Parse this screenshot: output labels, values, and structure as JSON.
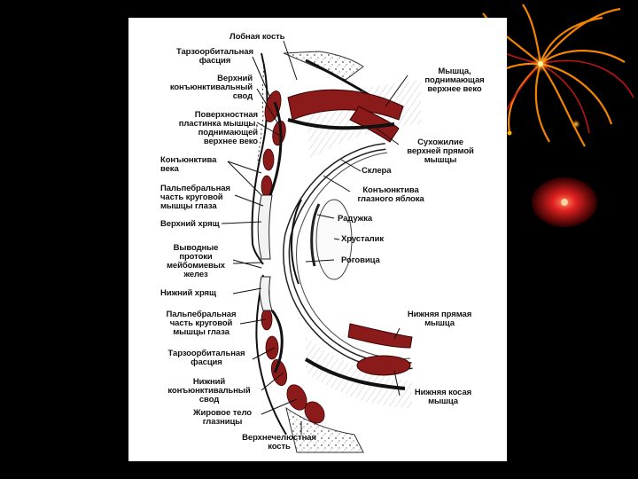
{
  "slide": {
    "background": "#000000",
    "accent_colors": [
      "#ff9a00",
      "#e01010",
      "#7a0000"
    ],
    "decoration": "fireworks-ornament"
  },
  "diagram": {
    "colors": {
      "muscle": "#8b1a1a",
      "bone_speckle": "#555555",
      "line": "#111111"
    },
    "labels": {
      "lobnaya_kost": [
        "Лобная кость"
      ],
      "tarzoorbitalnaya_top": [
        "Тарзоорбитальная",
        "фасция"
      ],
      "verhniy_svod": [
        "Верхний",
        "конъюнктивальный",
        "свод"
      ],
      "poverhnostnaya_plastinka": [
        "Поверхностная",
        "пластинка мышцы,",
        "поднимающей",
        "верхнее веко"
      ],
      "konyunktiva_veka": [
        "Конъюнктива",
        "века"
      ],
      "palpebralnaya_top": [
        "Пальпебральная",
        "часть круговой",
        "мышцы глаза"
      ],
      "verhniy_hryasch": [
        "Верхний хрящ"
      ],
      "vyvodnye_protoki": [
        "Выводные",
        "протоки",
        "мейбомиевых",
        "желез"
      ],
      "nizhniy_hryasch": [
        "Нижний хрящ"
      ],
      "palpebralnaya_bottom": [
        "Пальпебральная",
        "часть круговой",
        "мышцы глаза"
      ],
      "tarzoorbitalnaya_bottom": [
        "Тарзоорбитальная",
        "фасция"
      ],
      "nizhniy_svod": [
        "Нижний",
        "конъюнктивальный",
        "свод"
      ],
      "zhirovoe_telo": [
        "Жировое тело",
        "глазницы"
      ],
      "verhnechelyustnaya": [
        "Верхнечелюстная",
        "кость"
      ],
      "myshca_podnimayuschaya": [
        "Мышца,",
        "поднимающая",
        "верхнее веко"
      ],
      "suhozhilie": [
        "Сухожилие",
        "верхней прямой",
        "мышцы"
      ],
      "sklera": [
        "Склера"
      ],
      "konyunktiva_glaznogo": [
        "Конъюнктива",
        "глазного яблока"
      ],
      "raduzhka": [
        "Радужка"
      ],
      "hrustalik": [
        "Хрусталик"
      ],
      "rogovica": [
        "Роговица"
      ],
      "nizhnyaya_pryamaya": [
        "Нижняя прямая",
        "мышца"
      ],
      "nizhnyaya_kosaya": [
        "Нижняя косая",
        "мышца"
      ]
    }
  }
}
